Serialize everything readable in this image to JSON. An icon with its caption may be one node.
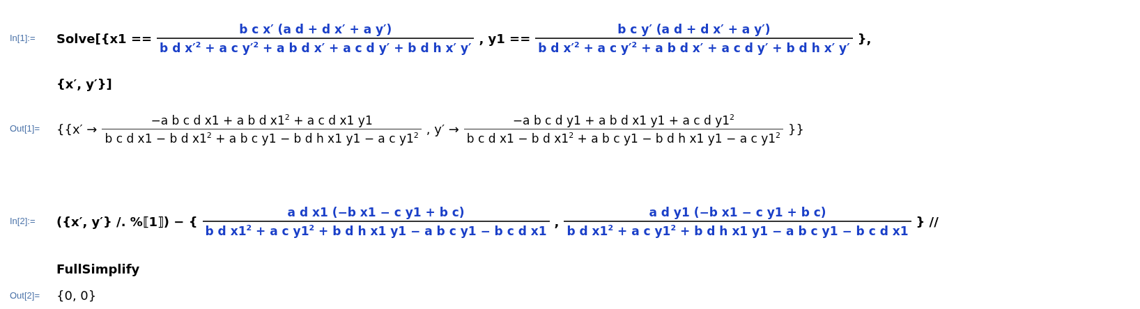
{
  "diagram": {
    "labels": [
      "In[1]:=",
      "Solve[{x1 ==",
      "b c x′ (a d + d x′ + a y′)",
      "b d x′$^{2}$ + a c y′$^{2}$ + a b d x′ + a c d y′ + b d h x′ y′",
      ", y1 ==",
      "b c y′ (a d + d x′ + a y′)",
      "b d x′$^{2}$ + a c y′$^{2}$ + a b d x′ + a c d y′ + b d h x′ y′",
      "},",
      "{x′, y′}]",
      "Out[1]=",
      "{{x′ →",
      "−a b c d x1 + a b d x1$^{2}$ + a c d x1 y1",
      "b c d x1 − b d x1$^{2}$ + a b c y1 − b d h x1 y1 − a c y1$^{2}$",
      ", y′ →",
      "−a b c d y1 + a b d x1 y1 + a c d y1$^{2}$",
      "b c d x1 − b d x1$^{2}$ + a b c y1 − b d h x1 y1 − a c y1$^{2}$",
      "}}",
      "In[2]:=",
      "({x′, y′} /. %⟦1⟧) − {",
      "a d x1 (−b x1 − c y1 + b c)",
      "b d x1$^{2}$ + a c y1$^{2}$ + b d h x1 y1 − a b c y1 − b c d x1",
      ",",
      "a d y1 (−b x1 − c y1 + b c)",
      "b d x1$^{2}$ + a c y1$^{2}$ + b d h x1 y1 − a b c y1 − b c d x1",
      "} //",
      "FullSimplify",
      "Out[2]=",
      "{0, 0}"
    ]
  }
}
